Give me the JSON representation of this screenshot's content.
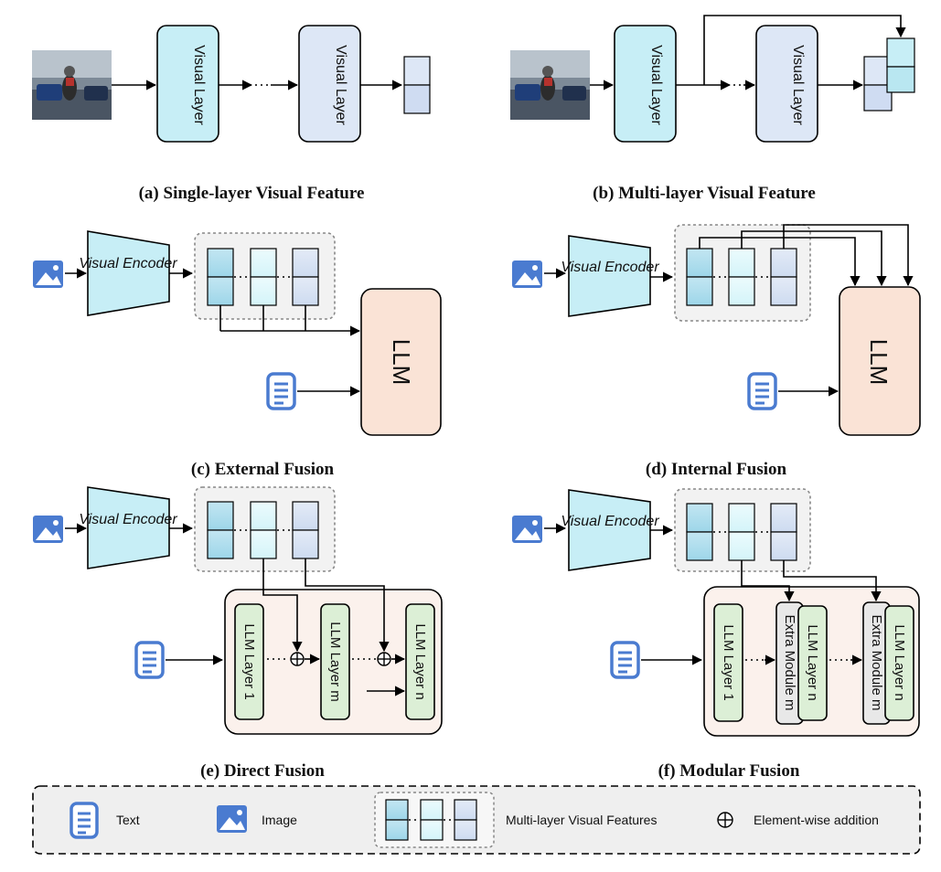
{
  "panels": {
    "a": {
      "caption": "(a) Single-layer Visual Feature",
      "layer1": "Visual Layer",
      "layer2": "Visual Layer"
    },
    "b": {
      "caption": "(b) Multi-layer Visual Feature",
      "layer1": "Visual Layer",
      "layer2": "Visual Layer"
    },
    "c": {
      "caption": "(c) External Fusion",
      "encoder": "Visual Encoder",
      "llm": "LLM"
    },
    "d": {
      "caption": "(d) Internal Fusion",
      "encoder": "Visual Encoder",
      "llm": "LLM"
    },
    "e": {
      "caption": "(e) Direct Fusion",
      "encoder": "Visual Encoder",
      "layer_1": "LLM Layer 1",
      "layer_m": "LLM Layer m",
      "layer_n": "LLM Layer n"
    },
    "f": {
      "caption": "(f) Modular Fusion",
      "encoder": "Visual Encoder",
      "layer_1": "LLM Layer 1",
      "module_m_1": "Extra Module m",
      "layer_n_1": "LLM Layer n",
      "module_m_2": "Extra Module m",
      "layer_n_2": "LLM Layer n"
    }
  },
  "legend": {
    "text": "Text",
    "image": "Image",
    "features": "Multi-layer Visual Features",
    "addition": "Element-wise addition"
  },
  "colors": {
    "visual_layer_1": "#c7eef6",
    "visual_layer_2": "#dde7f6",
    "llm_box": "#fae3d6",
    "llm_panel": "#fbf1ec",
    "llm_layer": "#dcefd6",
    "extra_module": "#e8e8e8",
    "icon_blue": "#4a7bd0",
    "legend_bg": "#efefef"
  }
}
